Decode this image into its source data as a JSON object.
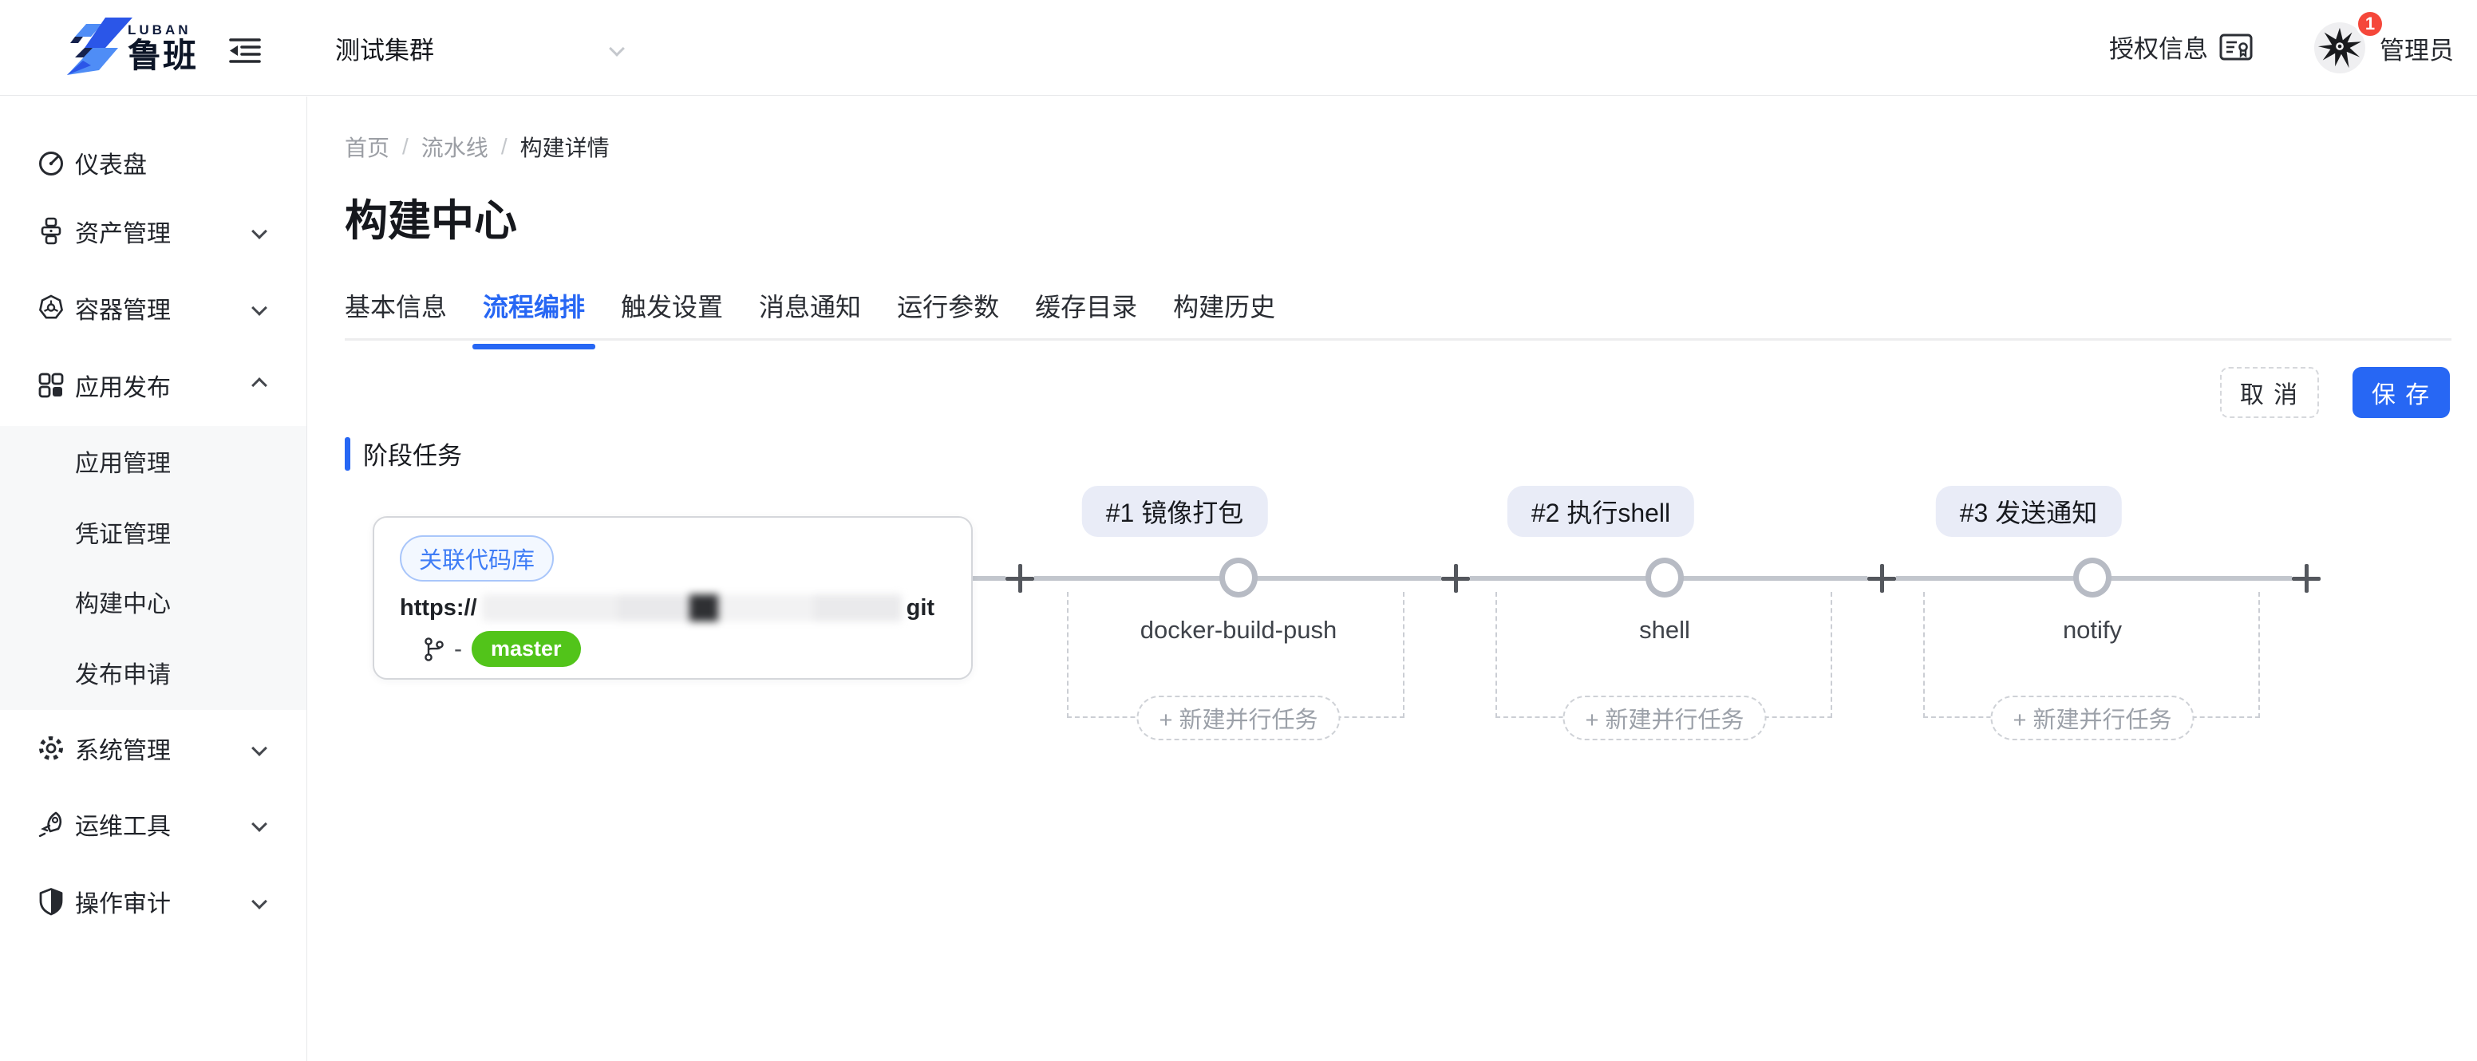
{
  "app": {
    "brand_cn": "鲁班",
    "brand_en": "LUBAN"
  },
  "header": {
    "cluster_selector": {
      "value": "测试集群"
    },
    "license_label": "授权信息",
    "user": {
      "name": "管理员",
      "badge_count": "1"
    }
  },
  "sidebar": {
    "items": [
      {
        "label": "仪表盘",
        "icon": "dashboard-icon"
      },
      {
        "label": "资产管理",
        "icon": "assets-icon",
        "chevron": "down"
      },
      {
        "label": "容器管理",
        "icon": "containers-icon",
        "chevron": "down"
      },
      {
        "label": "应用发布",
        "icon": "apps-icon",
        "chevron": "up",
        "expanded": true,
        "children": [
          {
            "label": "应用管理"
          },
          {
            "label": "凭证管理"
          },
          {
            "label": "构建中心"
          },
          {
            "label": "发布申请"
          }
        ]
      },
      {
        "label": "系统管理",
        "icon": "settings-icon",
        "chevron": "down"
      },
      {
        "label": "运维工具",
        "icon": "ops-tools-icon",
        "chevron": "down"
      },
      {
        "label": "操作审计",
        "icon": "audit-icon",
        "chevron": "down"
      }
    ]
  },
  "breadcrumb": {
    "items": [
      "首页",
      "流水线",
      "构建详情"
    ],
    "separator": "/"
  },
  "page": {
    "title": "构建中心"
  },
  "tabs": {
    "items": [
      "基本信息",
      "流程编排",
      "触发设置",
      "消息通知",
      "运行参数",
      "缓存目录",
      "构建历史"
    ],
    "active": "流程编排"
  },
  "actions": {
    "cancel": "取 消",
    "save": "保 存"
  },
  "stage_section": {
    "title": "阶段任务"
  },
  "repo_card": {
    "tag": "关联代码库",
    "url_prefix": "https://",
    "url_redacted": "(已打码)",
    "url_suffix": "git",
    "branch_separator": "-",
    "branch": "master"
  },
  "pipeline": {
    "stages": [
      {
        "label": "#1 镜像打包",
        "task": "docker-build-push",
        "add_parallel": "+ 新建并行任务"
      },
      {
        "label": "#2 执行shell",
        "task": "shell",
        "add_parallel": "+ 新建并行任务"
      },
      {
        "label": "#3 发送通知",
        "task": "notify",
        "add_parallel": "+ 新建并行任务"
      }
    ]
  },
  "colors": {
    "accent_blue": "#2767f4",
    "branch_green": "#52c41a",
    "badge_red": "#f5473a",
    "pipeline_line": "#c2c6cd",
    "stage_pill_bg": "#e9ecf7"
  }
}
